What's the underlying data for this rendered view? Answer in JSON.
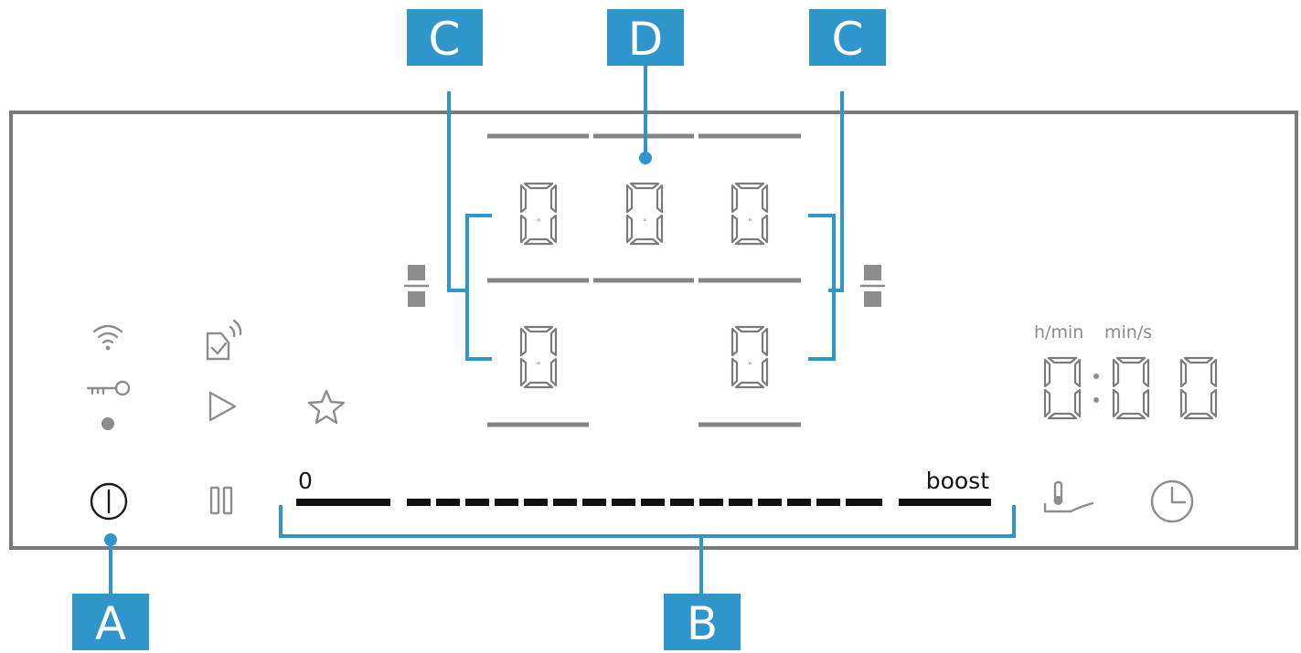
{
  "callouts": {
    "a": "A",
    "b": "B",
    "c_left": "C",
    "c_right": "C",
    "d": "D"
  },
  "zones": {
    "top_left": "0",
    "top_center": "0",
    "top_right": "0",
    "bottom_left": "0",
    "bottom_right": "0"
  },
  "timer": {
    "label_hmin": "h/min",
    "label_mins": "min/s",
    "digit_1": "0",
    "separator": ":",
    "digit_2": "0",
    "digit_3": "0"
  },
  "power_scale": {
    "min_label": "0",
    "max_label": "boost"
  },
  "icons": [
    "wifi-icon",
    "key-lock-icon",
    "indicator-dot-icon",
    "remote-start-icon",
    "play-icon",
    "favourite-star-icon",
    "power-icon",
    "pause-icon",
    "frying-sensor-icon",
    "timer-clock-icon",
    "zone-combine-icon"
  ]
}
